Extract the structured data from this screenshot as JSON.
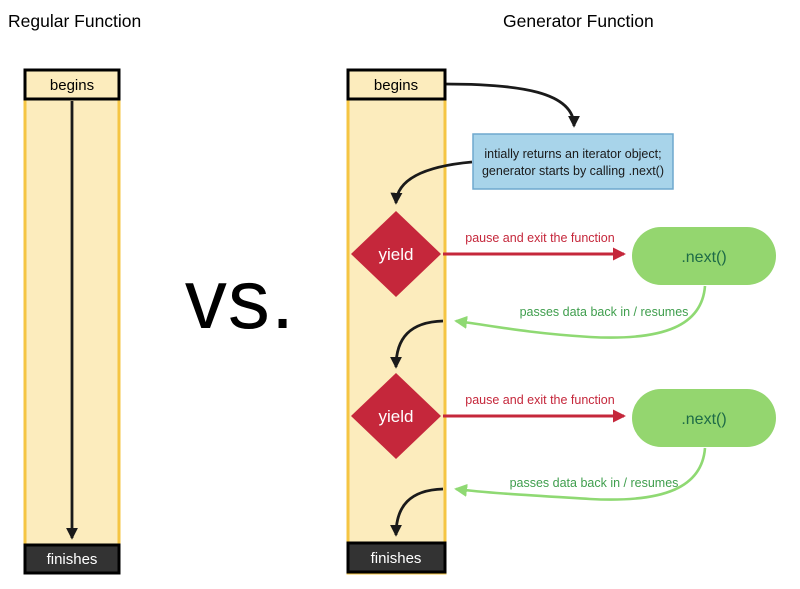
{
  "colors": {
    "column-fill": "#FCECBD",
    "column-border": "#F5C543",
    "box-dark": "#333333",
    "blue-fill": "#A8D4EA",
    "blue-border": "#6FA8CE",
    "red": "#C5273B",
    "green-fill": "#94D66F",
    "green-arrow": "#8FD973",
    "green-text": "#3F9E4D",
    "green-dark": "#1E6B47"
  },
  "header": {
    "left_title": "Regular Function",
    "right_title": "Generator Function",
    "versus": "vs."
  },
  "regular_function": {
    "begins_label": "begins",
    "finishes_label": "finishes"
  },
  "generator_function": {
    "begins_label": "begins",
    "finishes_label": "finishes",
    "iterator_note": {
      "line1": "intially returns an iterator object;",
      "line2": "generator starts by calling .next()"
    },
    "cycles": [
      {
        "yield_label": "yield",
        "next_label": ".next()",
        "pause_label": "pause and exit the function",
        "resume_label": "passes data back in / resumes"
      },
      {
        "yield_label": "yield",
        "next_label": ".next()",
        "pause_label": "pause and exit the function",
        "resume_label": "passes data back in / resumes"
      }
    ]
  }
}
